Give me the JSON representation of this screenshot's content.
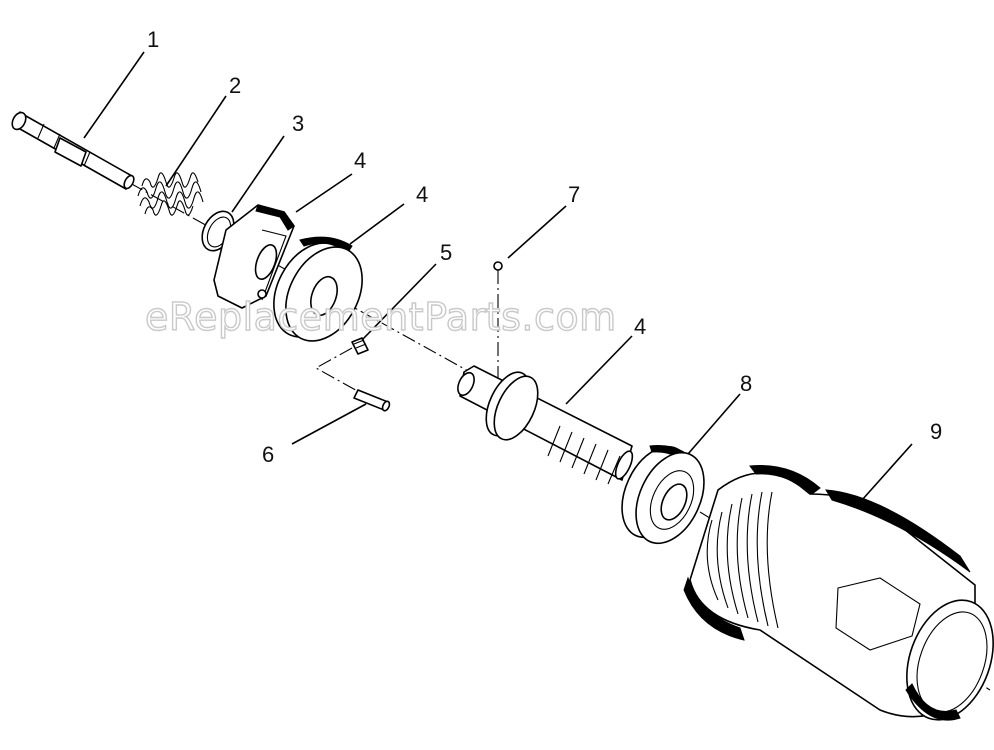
{
  "callouts": {
    "c1": "1",
    "c2": "2",
    "c3": "3",
    "c4a": "4",
    "c4b": "4",
    "c5": "5",
    "c6": "6",
    "c7": "7",
    "c4c": "4",
    "c8": "8",
    "c9": "9"
  },
  "watermark": "eReplacementParts.com"
}
